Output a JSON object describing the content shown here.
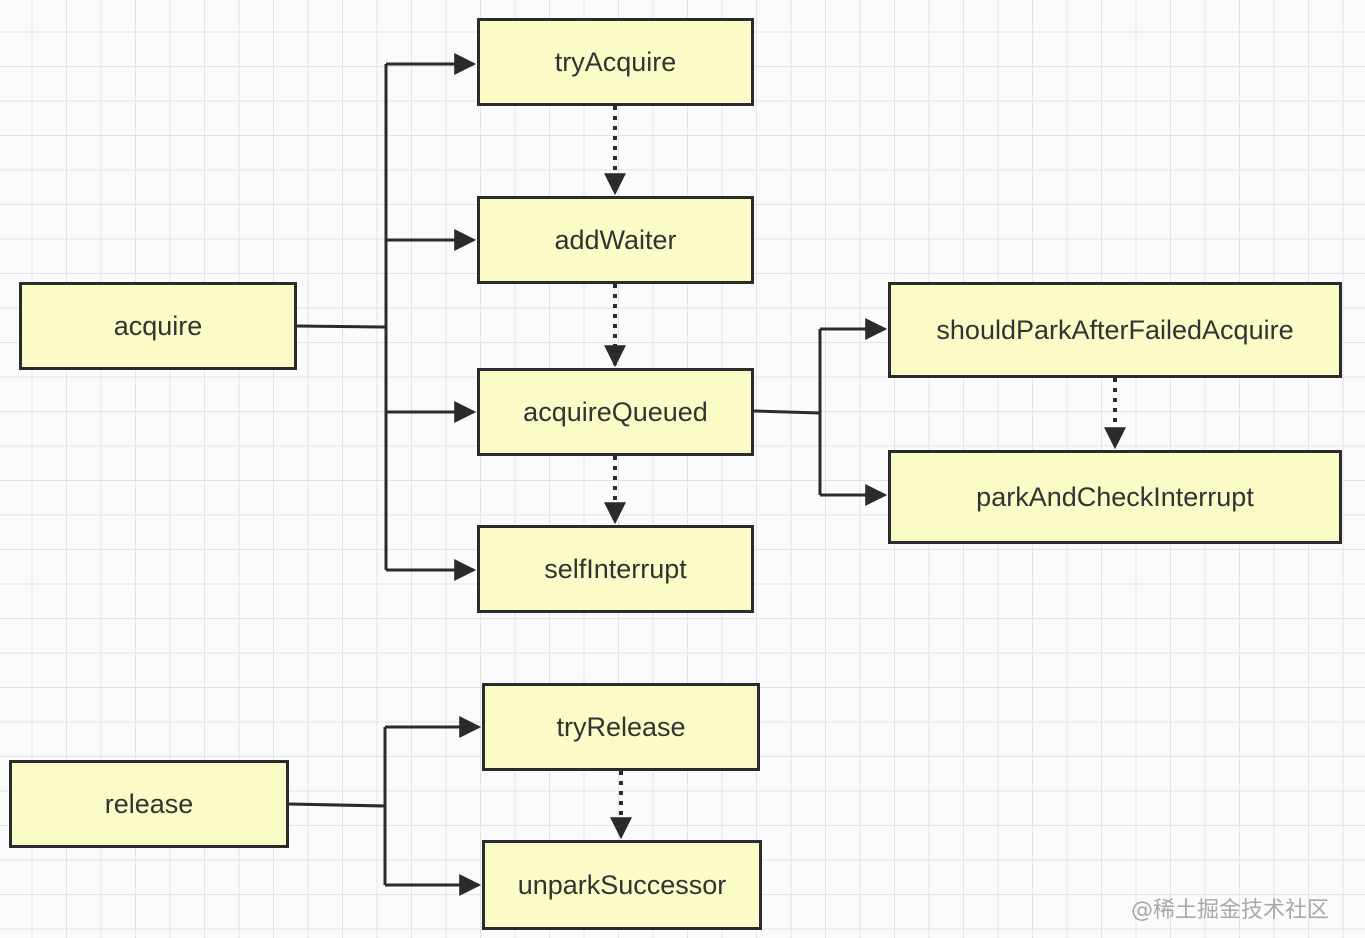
{
  "nodes": {
    "acquire": "acquire",
    "tryAcquire": "tryAcquire",
    "addWaiter": "addWaiter",
    "acquireQueued": "acquireQueued",
    "selfInterrupt": "selfInterrupt",
    "shouldParkAfterFailedAcquire": "shouldParkAfterFailedAcquire",
    "parkAndCheckInterrupt": "parkAndCheckInterrupt",
    "release": "release",
    "tryRelease": "tryRelease",
    "unparkSuccessor": "unparkSuccessor"
  },
  "watermark": "@稀土掘金技术社区",
  "colors": {
    "node_fill": "#fbfbc8",
    "node_border": "#2b2b2b",
    "edge": "#2b2b2b",
    "grid": "#e3e3e3",
    "watermark": "#a9a9a9"
  }
}
